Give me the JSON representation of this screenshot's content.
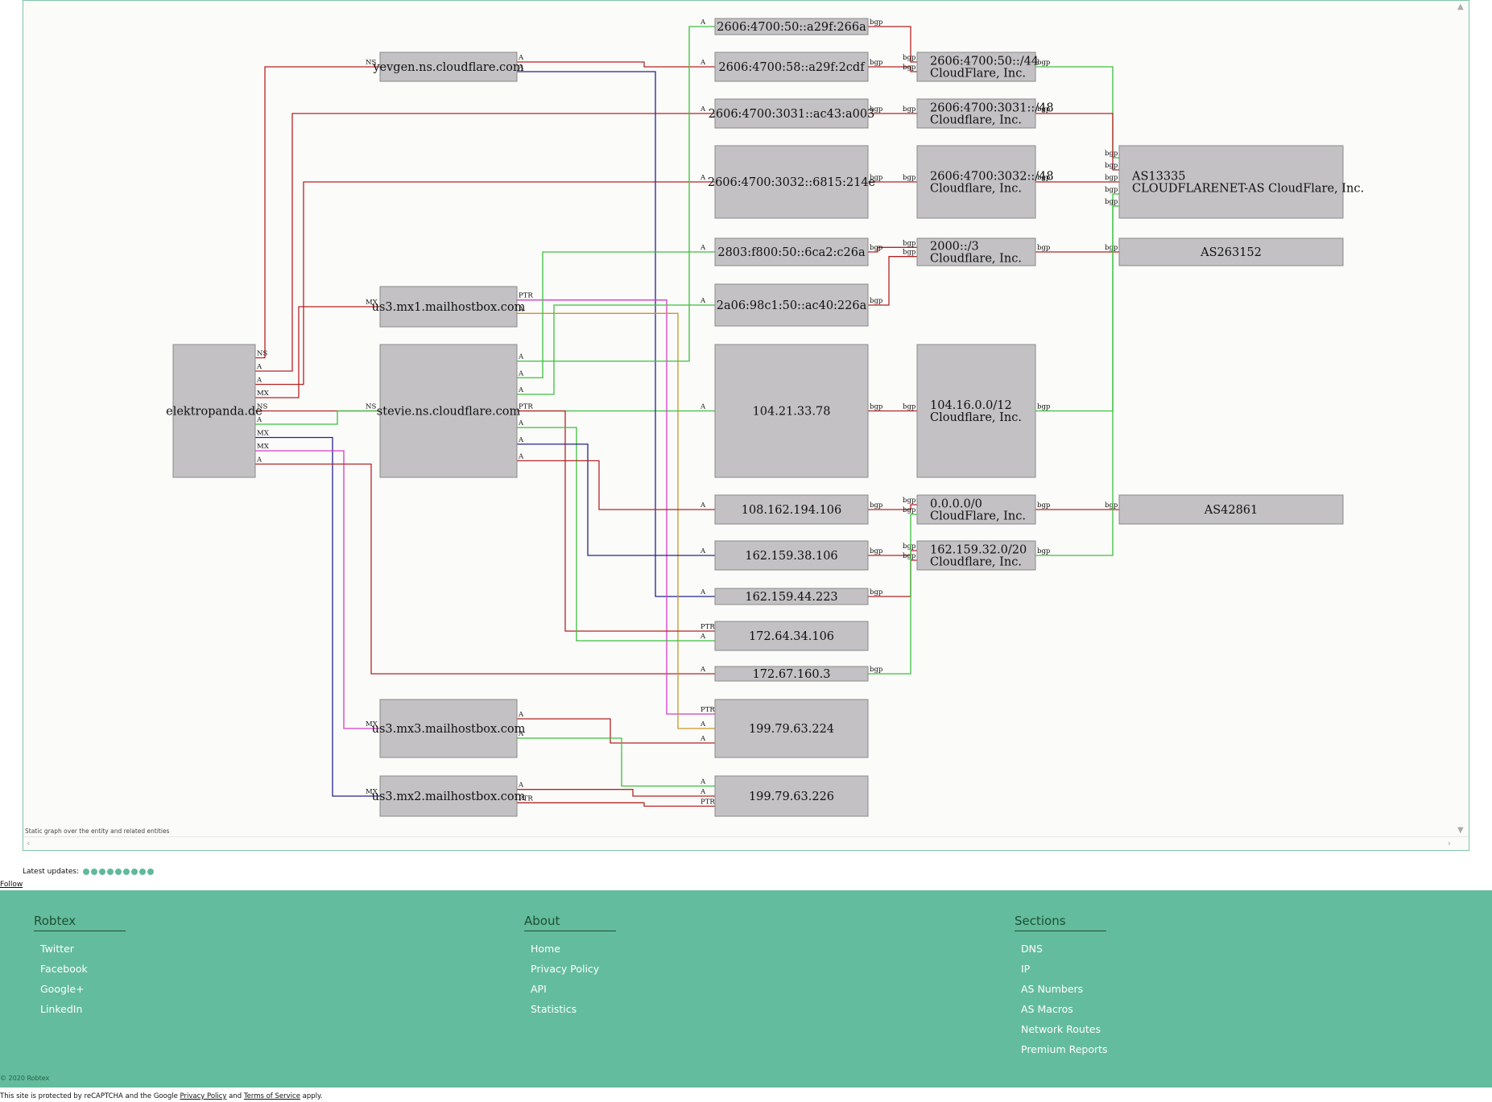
{
  "graph": {
    "caption": "Static graph over the entity and related entities",
    "nodes": [
      {
        "id": "elektropanda",
        "label": "elektropanda.de"
      },
      {
        "id": "yevgen",
        "label": "yevgen.ns.cloudflare.com"
      },
      {
        "id": "us3mx1",
        "label": "us3.mx1.mailhostbox.com"
      },
      {
        "id": "stevie",
        "label": "stevie.ns.cloudflare.com"
      },
      {
        "id": "us3mx3",
        "label": "us3.mx3.mailhostbox.com"
      },
      {
        "id": "us3mx2",
        "label": "us3.mx2.mailhostbox.com"
      },
      {
        "id": "ip6_266a",
        "label": "2606:4700:50::a29f:266a"
      },
      {
        "id": "ip6_2cdf",
        "label": "2606:4700:58::a29f:2cdf"
      },
      {
        "id": "ip6_a003",
        "label": "2606:4700:3031::ac43:a003"
      },
      {
        "id": "ip6_214e",
        "label": "2606:4700:3032::6815:214e"
      },
      {
        "id": "ip6_c26a",
        "label": "2803:f800:50::6ca2:c26a"
      },
      {
        "id": "ip6_226a",
        "label": "2a06:98c1:50::ac40:226a"
      },
      {
        "id": "ip_104",
        "label": "104.21.33.78"
      },
      {
        "id": "ip_108",
        "label": "108.162.194.106"
      },
      {
        "id": "ip_162_38",
        "label": "162.159.38.106"
      },
      {
        "id": "ip_162_44",
        "label": "162.159.44.223"
      },
      {
        "id": "ip_172_64",
        "label": "172.64.34.106"
      },
      {
        "id": "ip_172_67",
        "label": "172.67.160.3"
      },
      {
        "id": "ip_199_224",
        "label": "199.79.63.224"
      },
      {
        "id": "ip_199_226",
        "label": "199.79.63.226"
      },
      {
        "id": "r_50_44",
        "label": "2606:4700:50::/44\nCloudFlare, Inc."
      },
      {
        "id": "r_3031",
        "label": "2606:4700:3031::/48\nCloudflare, Inc."
      },
      {
        "id": "r_3032",
        "label": "2606:4700:3032::/48\nCloudflare, Inc."
      },
      {
        "id": "r_2000",
        "label": "2000::/3\nCloudflare, Inc."
      },
      {
        "id": "r_104",
        "label": "104.16.0.0/12\nCloudflare, Inc."
      },
      {
        "id": "r_0000",
        "label": "0.0.0.0/0\nCloudFlare, Inc."
      },
      {
        "id": "r_162",
        "label": "162.159.32.0/20\nCloudflare, Inc."
      },
      {
        "id": "as13335",
        "label": "AS13335\nCLOUDFLARENET-AS CloudFlare, Inc."
      },
      {
        "id": "as263152",
        "label": "AS263152"
      },
      {
        "id": "as42861",
        "label": "AS42861"
      }
    ],
    "edges": [
      {
        "from": "elektropanda",
        "to": "yevgen",
        "label": "NS",
        "color": "red"
      },
      {
        "from": "elektropanda",
        "to": "ip6_a003",
        "label": "A",
        "color": "red"
      },
      {
        "from": "elektropanda",
        "to": "ip6_214e",
        "label": "A",
        "color": "red"
      },
      {
        "from": "elektropanda",
        "to": "us3mx1",
        "label": "MX",
        "color": "red"
      },
      {
        "from": "elektropanda",
        "to": "stevie",
        "label": "NS",
        "color": "red"
      },
      {
        "from": "elektropanda",
        "to": "ip_104",
        "label": "A",
        "color": "green"
      },
      {
        "from": "elektropanda",
        "to": "us3mx2",
        "label": "MX",
        "color": "blue"
      },
      {
        "from": "elektropanda",
        "to": "us3mx3",
        "label": "MX",
        "color": "magenta"
      },
      {
        "from": "elektropanda",
        "to": "ip_172_67",
        "label": "A",
        "color": "red"
      },
      {
        "from": "yevgen",
        "to": "ip6_2cdf",
        "label": "A",
        "color": "red"
      },
      {
        "from": "yevgen",
        "to": "ip_162_44",
        "label": "A",
        "color": "blue"
      },
      {
        "from": "us3mx1",
        "to": "ip_199_224",
        "label": "PTR",
        "color": "magenta"
      },
      {
        "from": "us3mx1",
        "to": "ip_199_224",
        "label": "A",
        "color": "orange"
      },
      {
        "from": "stevie",
        "to": "ip6_266a",
        "label": "A",
        "color": "green"
      },
      {
        "from": "stevie",
        "to": "ip6_c26a",
        "label": "A",
        "color": "green"
      },
      {
        "from": "stevie",
        "to": "ip6_226a",
        "label": "A",
        "color": "green"
      },
      {
        "from": "stevie",
        "to": "ip_172_64",
        "label": "PTR",
        "color": "red"
      },
      {
        "from": "stevie",
        "to": "ip_172_64",
        "label": "A",
        "color": "green"
      },
      {
        "from": "stevie",
        "to": "ip_162_38",
        "label": "A",
        "color": "blue"
      },
      {
        "from": "stevie",
        "to": "ip_108",
        "label": "A",
        "color": "red"
      },
      {
        "from": "us3mx3",
        "to": "ip_199_224",
        "label": "A",
        "color": "red"
      },
      {
        "from": "us3mx3",
        "to": "ip_199_226",
        "label": "A",
        "color": "green"
      },
      {
        "from": "us3mx2",
        "to": "ip_199_226",
        "label": "A",
        "color": "red"
      },
      {
        "from": "us3mx2",
        "to": "ip_199_226",
        "label": "PTR",
        "color": "red"
      },
      {
        "from": "ip6_266a",
        "to": "r_50_44",
        "label": "bgp",
        "color": "red"
      },
      {
        "from": "ip6_2cdf",
        "to": "r_50_44",
        "label": "bgp",
        "color": "red"
      },
      {
        "from": "ip6_a003",
        "to": "r_3031",
        "label": "bgp",
        "color": "red"
      },
      {
        "from": "ip6_214e",
        "to": "r_3032",
        "label": "bgp",
        "color": "red"
      },
      {
        "from": "ip6_c26a",
        "to": "r_2000",
        "label": "bgp",
        "color": "red"
      },
      {
        "from": "ip6_226a",
        "to": "r_2000",
        "label": "bgp",
        "color": "red"
      },
      {
        "from": "ip_104",
        "to": "r_104",
        "label": "bgp",
        "color": "red"
      },
      {
        "from": "ip_108",
        "to": "r_0000",
        "label": "bgp",
        "color": "red"
      },
      {
        "from": "ip_162_38",
        "to": "r_162",
        "label": "bgp",
        "color": "red"
      },
      {
        "from": "ip_162_44",
        "to": "r_162",
        "label": "bgp",
        "color": "red"
      },
      {
        "from": "ip_172_67",
        "to": "r_0000",
        "label": "bgp",
        "color": "green"
      },
      {
        "from": "r_50_44",
        "to": "as13335",
        "label": "bgp",
        "color": "green"
      },
      {
        "from": "r_3031",
        "to": "as13335",
        "label": "bgp",
        "color": "red"
      },
      {
        "from": "r_3032",
        "to": "as13335",
        "label": "bgp",
        "color": "red"
      },
      {
        "from": "r_2000",
        "to": "as263152",
        "label": "bgp",
        "color": "red"
      },
      {
        "from": "r_104",
        "to": "as13335",
        "label": "bgp",
        "color": "green"
      },
      {
        "from": "r_0000",
        "to": "as42861",
        "label": "bgp",
        "color": "red"
      },
      {
        "from": "r_162",
        "to": "as13335",
        "label": "bgp",
        "color": "green"
      }
    ]
  },
  "latest_updates": {
    "label": "Latest updates:",
    "count": 9
  },
  "follow_label": "Follow",
  "footer": {
    "columns": [
      {
        "title": "Robtex",
        "items": [
          "Twitter",
          "Facebook",
          "Google+",
          "LinkedIn"
        ]
      },
      {
        "title": "About",
        "items": [
          "Home",
          "Privacy Policy",
          "API",
          "Statistics"
        ]
      },
      {
        "title": "Sections",
        "items": [
          "DNS",
          "IP",
          "AS Numbers",
          "AS Macros",
          "Network Routes",
          "Premium Reports"
        ]
      }
    ],
    "copyright": "© 2020 Robtex"
  },
  "recaptcha": {
    "prefix": "This site is protected by reCAPTCHA and the Google",
    "privacy": "Privacy Policy",
    "and": "and",
    "terms": "Terms of Service",
    "suffix": "apply."
  },
  "colors": {
    "red": "#b52424",
    "green": "#3cc03c",
    "blue": "#24248c",
    "magenta": "#d23cc8",
    "orange": "#c89628",
    "footer_bg": "#63bc9d",
    "accent": "#5fba9a"
  }
}
